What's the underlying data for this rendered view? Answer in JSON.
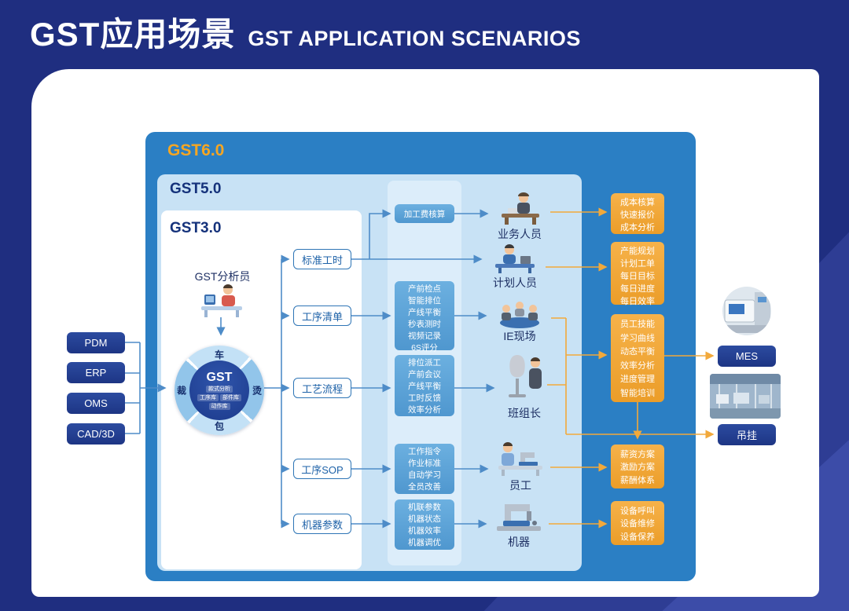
{
  "page": {
    "title_zh": "GST应用场景",
    "title_en": "GST APPLICATION SCENARIOS"
  },
  "versions": {
    "gst6": "GST6.0",
    "gst5": "GST5.0",
    "gst3": "GST3.0"
  },
  "colors": {
    "accent_orange": "#f5a623",
    "panel_blue": "#2b7fc4",
    "navy_bg": "#1f2e80",
    "light_blue_panel": "#c8e2f5"
  },
  "inputs": [
    {
      "label": "PDM"
    },
    {
      "label": "ERP"
    },
    {
      "label": "OMS"
    },
    {
      "label": "CAD/3D"
    }
  ],
  "analyst": {
    "label": "GST分析员"
  },
  "wheel": {
    "center": "GST",
    "inner_items": [
      "款式分析",
      "工序库",
      "部件库",
      "动作库"
    ],
    "ring": {
      "top": "车",
      "right": "烫",
      "bottom": "包",
      "left": "裁"
    }
  },
  "outputs": [
    {
      "label": "标准工时"
    },
    {
      "label": "工序清单"
    },
    {
      "label": "工艺流程"
    },
    {
      "label": "工序SOP"
    },
    {
      "label": "机器参数"
    }
  ],
  "detail_boxes": [
    {
      "items": [
        "加工费核算"
      ]
    },
    {
      "items": [
        "产前检点",
        "智能排位",
        "产线平衡",
        "秒表测时",
        "视频记录",
        "6S评分"
      ]
    },
    {
      "items": [
        "排位派工",
        "产前会议",
        "产线平衡",
        "工时反馈",
        "效率分析"
      ]
    },
    {
      "items": [
        "工作指令",
        "作业标准",
        "自动学习",
        "全员改善"
      ]
    },
    {
      "items": [
        "机联参数",
        "机器状态",
        "机器效率",
        "机器调优"
      ]
    }
  ],
  "roles": [
    {
      "label": "业务人员"
    },
    {
      "label": "计划人员"
    },
    {
      "label": "IE现场"
    },
    {
      "label": "班组长"
    },
    {
      "label": "员工"
    },
    {
      "label": "机器"
    }
  ],
  "benefits": [
    {
      "items": [
        "成本核算",
        "快速报价",
        "成本分析"
      ]
    },
    {
      "items": [
        "产能规划",
        "计划工单",
        "每日目标",
        "每日进度",
        "每日效率"
      ]
    },
    {
      "items": [
        "员工技能",
        "学习曲线",
        "动态平衡",
        "效率分析",
        "进度管理",
        "智能培训"
      ]
    },
    {
      "items": [
        "薪资方案",
        "激励方案",
        "薪酬体系"
      ]
    },
    {
      "items": [
        "设备呼叫",
        "设备维修",
        "设备保养"
      ]
    }
  ],
  "systems": [
    {
      "label": "MES"
    },
    {
      "label": "吊挂"
    }
  ]
}
